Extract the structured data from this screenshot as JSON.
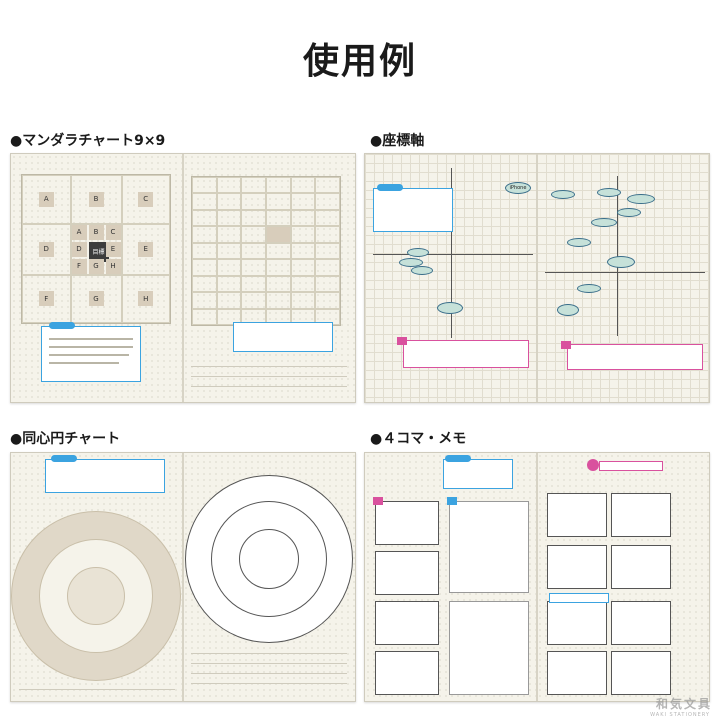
{
  "title": "使用例",
  "sections": [
    {
      "label": "●マンダラチャート9×9"
    },
    {
      "label": "●座標軸"
    },
    {
      "label": "●同心円チャート"
    },
    {
      "label": "●４コマ・メモ"
    }
  ],
  "mandala": {
    "center_label": "目標",
    "outer_letters": [
      "A",
      "B",
      "C",
      "D",
      "E",
      "F",
      "G",
      "H"
    ],
    "inner_letters": [
      "A",
      "B",
      "C",
      "D",
      "E",
      "F",
      "G",
      "H"
    ]
  },
  "coordinate": {
    "bubble_iphone": "iPhone"
  },
  "watermark": {
    "main": "和気文具",
    "sub": "WAKI STATIONERY"
  }
}
